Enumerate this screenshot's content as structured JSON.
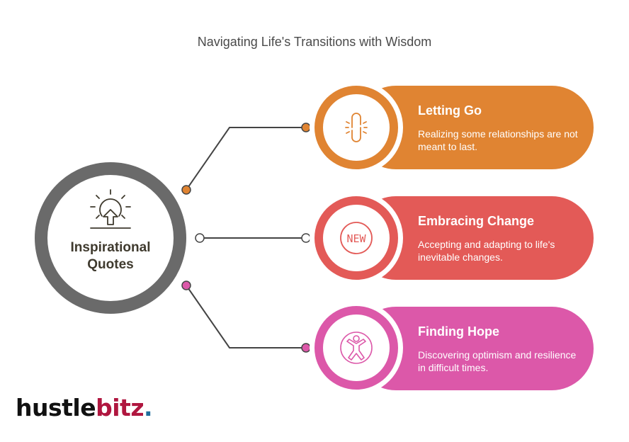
{
  "title": "Navigating Life's Transitions with Wisdom",
  "hub": {
    "label": "Inspirational Quotes",
    "icon": "sunrise-arrow-icon",
    "ring_color": "#6a6a6a",
    "text_color": "#3f3a2e"
  },
  "items": [
    {
      "title": "Letting Go",
      "description": "Realizing some relationships are not meant to last.",
      "icon": "broken-chain-link-icon",
      "color": "#e08432"
    },
    {
      "title": "Embracing Change",
      "description": "Accepting and adapting to life's inevitable changes.",
      "icon": "new-badge-icon",
      "icon_text": "NEW",
      "color": "#e35a57"
    },
    {
      "title": "Finding Hope",
      "description": "Discovering optimism and resilience in difficult times.",
      "icon": "person-arms-raised-icon",
      "color": "#dc58a9"
    }
  ],
  "brand": {
    "part1": "hustle",
    "part2": "bitz",
    "dot": ".",
    "colors": {
      "part1": "#111111",
      "part2": "#b0163f",
      "dot": "#1f6e9c"
    }
  }
}
